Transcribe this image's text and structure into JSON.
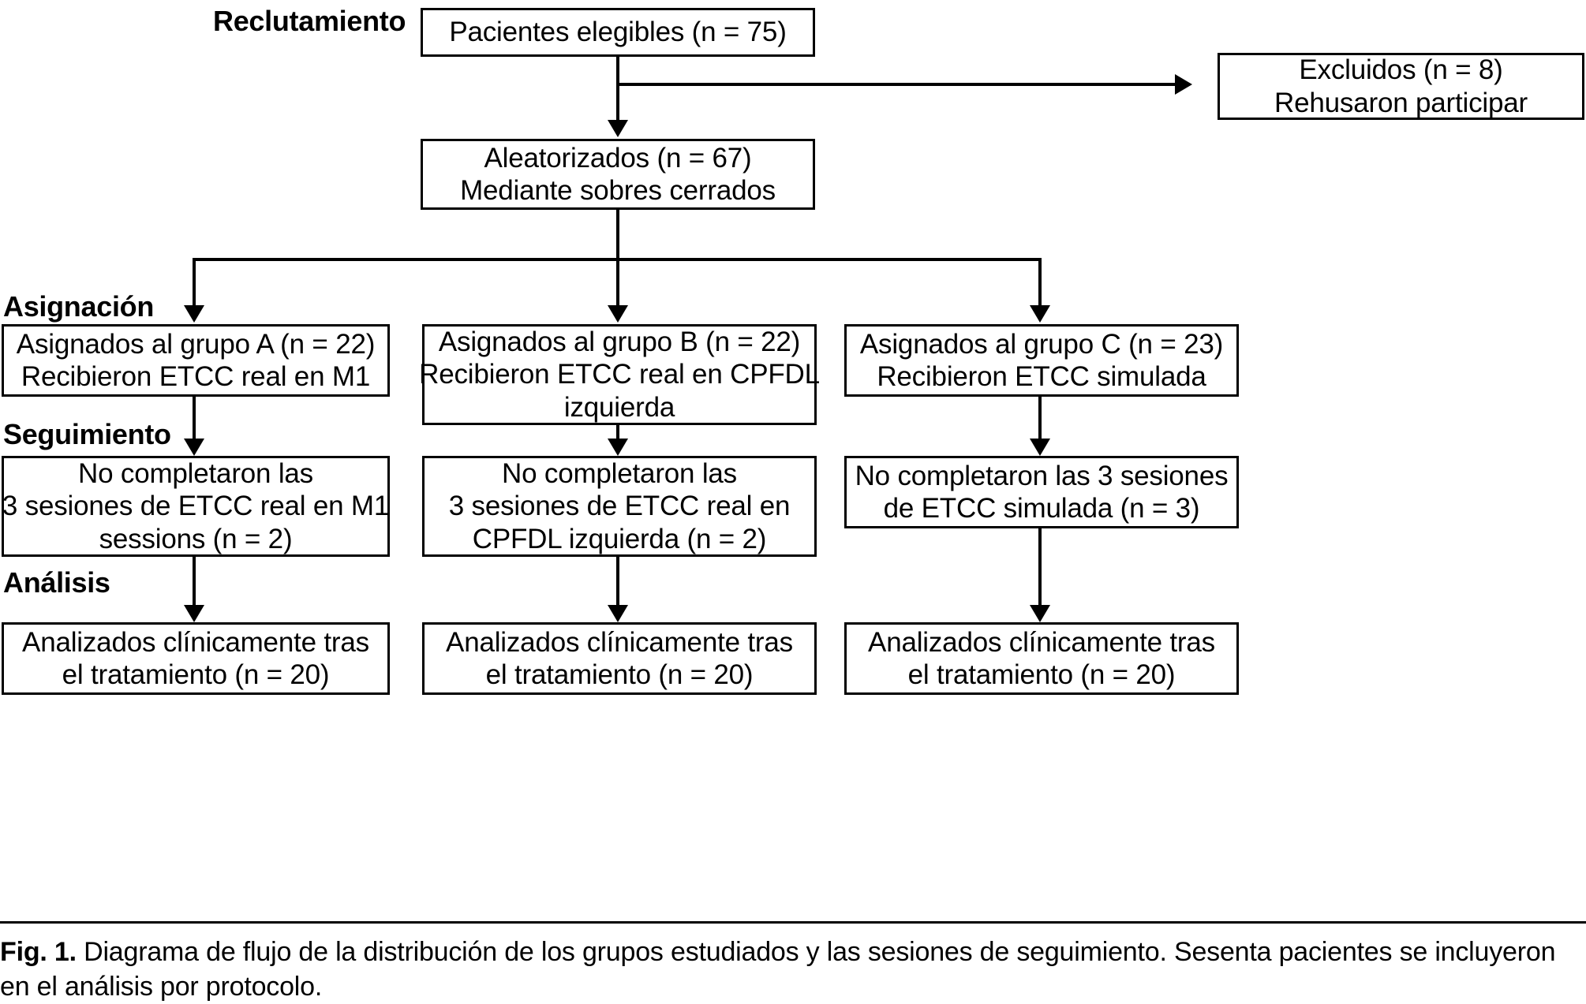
{
  "figure": {
    "stage_labels": {
      "recruitment": "Reclutamiento",
      "allocation": "Asignación",
      "followup": "Seguimiento",
      "analysis": "Análisis"
    },
    "nodes": {
      "eligible": {
        "lines": [
          "Pacientes elegibles (n = 75)"
        ]
      },
      "excluded": {
        "lines": [
          "Excluidos (n = 8)",
          "Rehusaron participar"
        ]
      },
      "randomized": {
        "lines": [
          "Aleatorizados (n = 67)",
          "Mediante sobres cerrados"
        ]
      },
      "alloc_a": {
        "lines": [
          "Asignados al grupo A (n = 22)",
          "Recibieron ETCC real en M1"
        ]
      },
      "alloc_b": {
        "lines": [
          "Asignados al grupo B (n = 22)",
          "Recibieron ETCC real en CPFDL",
          "izquierda"
        ]
      },
      "alloc_c": {
        "lines": [
          "Asignados al grupo C (n = 23)",
          "Recibieron ETCC simulada"
        ]
      },
      "followup_a": {
        "lines": [
          "No completaron las",
          "3 sesiones de ETCC real en M1",
          "sessions (n = 2)"
        ]
      },
      "followup_b": {
        "lines": [
          "No completaron las",
          "3 sesiones de ETCC real en",
          "CPFDL izquierda (n = 2)"
        ]
      },
      "followup_c": {
        "lines": [
          "No completaron las 3 sesiones",
          "de ETCC simulada (n = 3)"
        ]
      },
      "analysis_a": {
        "lines": [
          "Analizados clínicamente tras",
          "el tratamiento (n = 20)"
        ]
      },
      "analysis_b": {
        "lines": [
          "Analizados clínicamente tras",
          "el tratamiento (n = 20)"
        ]
      },
      "analysis_c": {
        "lines": [
          "Analizados clínicamente tras",
          "el tratamiento (n = 20)"
        ]
      }
    },
    "caption": {
      "prefix": "Fig. 1.",
      "text": " Diagrama de flujo de la distribución de los grupos estudiados y las sesiones de seguimiento. Sesenta pacientes se incluyeron en el análisis por protocolo."
    },
    "colors": {
      "stroke": "#000000",
      "background": "#ffffff",
      "text": "#000000"
    }
  }
}
